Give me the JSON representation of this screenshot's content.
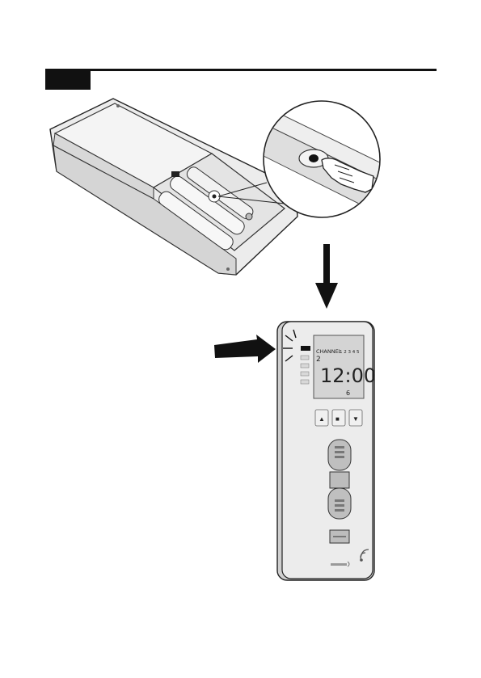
{
  "header": {
    "step_label": ""
  },
  "remote_display": {
    "channel_label": "CHANNEL",
    "channel_numbers": "1 2 3 4 5",
    "channel_value": "2",
    "time": "12:00",
    "sub_value": "6"
  },
  "remote_buttons": {
    "up_symbol": "▲",
    "stop_symbol": "■",
    "down_symbol": "▼"
  },
  "icons": [
    "pointing-hand-icon",
    "down-arrow-icon",
    "right-arrow-icon",
    "wireless-signal-icon"
  ],
  "colors": {
    "ink": "#111111",
    "device_body": "#e9e9e9",
    "device_shade": "#cfcfcf",
    "lcd": "#d4d4d4"
  }
}
